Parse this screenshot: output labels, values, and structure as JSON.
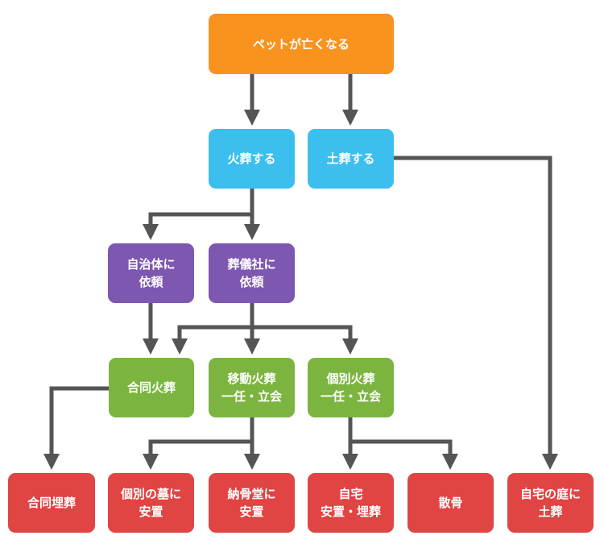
{
  "nodes": {
    "root": {
      "line1": "ペットが亡くなる"
    },
    "cremate": {
      "line1": "火葬する"
    },
    "bury": {
      "line1": "土葬する"
    },
    "municipality": {
      "line1": "自治体に",
      "line2": "依頼"
    },
    "funeral_company": {
      "line1": "葬儀社に",
      "line2": "依頼"
    },
    "joint_cremation": {
      "line1": "合同火葬"
    },
    "mobile_cremation": {
      "line1": "移動火葬",
      "line2": "一任・立会"
    },
    "individual_cremation": {
      "line1": "個別火葬",
      "line2": "一任・立会"
    },
    "joint_burial": {
      "line1": "合同埋葬"
    },
    "individual_grave": {
      "line1": "個別の墓に",
      "line2": "安置"
    },
    "columbarium": {
      "line1": "納骨堂に",
      "line2": "安置"
    },
    "home": {
      "line1": "自宅",
      "line2": "安置・埋葬"
    },
    "scatter": {
      "line1": "散骨"
    },
    "garden": {
      "line1": "自宅の庭に",
      "line2": "土葬"
    }
  },
  "colors": {
    "orange": "#f7931e",
    "blue": "#3cbfee",
    "purple": "#7e57b0",
    "green": "#7bb540",
    "red": "#e04443",
    "edge": "#555555"
  }
}
